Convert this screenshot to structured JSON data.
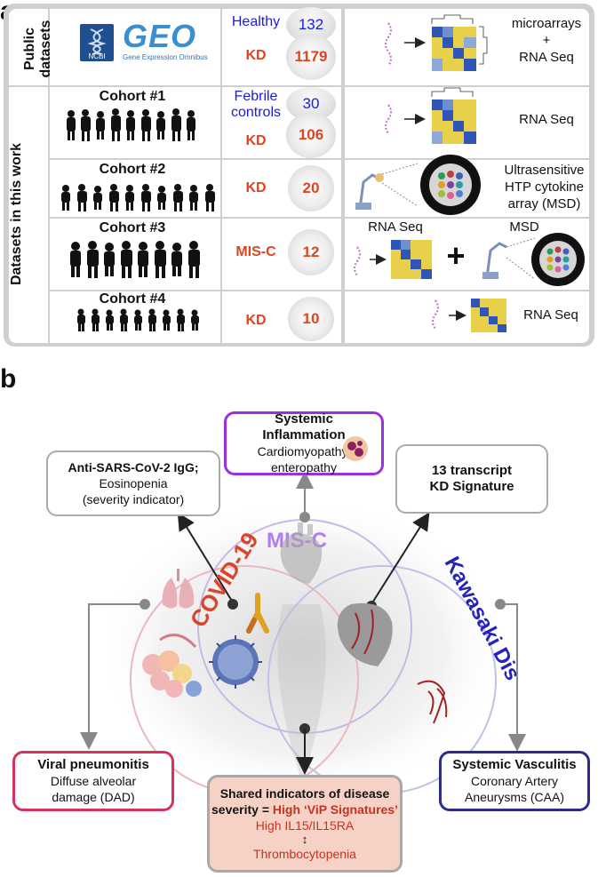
{
  "panel_a": {
    "letter": "a",
    "section_public": "Public datasets",
    "section_public_l1": "Public",
    "section_public_l2": "datasets",
    "section_work": "Datasets in this work",
    "logo_ncbi": "NCBI",
    "logo_geo": "GEO",
    "logo_geo_sub": "Gene Expression Omnibus",
    "rows": [
      {
        "cohort": "",
        "groups": [
          {
            "label": "Healthy",
            "count": "132"
          },
          {
            "label": "KD",
            "count": "1179"
          }
        ],
        "method": "microarrays + RNA Seq",
        "method_l1": "microarrays",
        "method_l2": "+",
        "method_l3": "RNA Seq"
      },
      {
        "cohort": "Cohort #1",
        "groups": [
          {
            "label": "Febrile controls",
            "label_l1": "Febrile",
            "label_l2": "controls",
            "count": "30"
          },
          {
            "label": "KD",
            "count": "106"
          }
        ],
        "method": "RNA Seq"
      },
      {
        "cohort": "Cohort #2",
        "groups": [
          {
            "label": "KD",
            "count": "20"
          }
        ],
        "method_l1": "Ultrasensitive",
        "method_l2": "HTP cytokine",
        "method_l3": "array (MSD)"
      },
      {
        "cohort": "Cohort #3",
        "groups": [
          {
            "label": "MIS-C",
            "count": "12"
          }
        ],
        "method_left": "RNA Seq",
        "method_plus": "+",
        "method_right": "MSD"
      },
      {
        "cohort": "Cohort #4",
        "groups": [
          {
            "label": "KD",
            "count": "10"
          }
        ],
        "method": "RNA Seq"
      }
    ]
  },
  "panel_b": {
    "letter": "b",
    "circle_labels": {
      "misc": "MIS-C",
      "covid": "COVID-19",
      "kawasaki": "Kawasaki Dis"
    },
    "box_inflammation": {
      "title": "Systemic Inflammation",
      "line1": "Cardiomyopathy,",
      "line2": "enteropathy",
      "title_l1": "Systemic",
      "title_l2": "Inflammation"
    },
    "box_igg": {
      "title": "Anti-SARS-CoV-2 IgG;",
      "line1": "Eosinopenia",
      "line2": "(severity indicator)"
    },
    "box_kd": {
      "line1": "13 transcript",
      "line2": "KD Signature"
    },
    "box_pneumonitis": {
      "title": "Viral pneumonitis",
      "line1": "Diffuse alveolar",
      "line2": "damage (DAD)"
    },
    "box_vasculitis": {
      "title": "Systemic Vasculitis",
      "line1": "Coronary Artery",
      "line2": "Aneurysms (CAA)"
    },
    "box_shared": {
      "title1": "Shared indicators of disease",
      "title2_pre": "severity = ",
      "title2_em": "High ‘ViP Signatures’",
      "line1": "High IL15/IL15RA",
      "line2": "Thrombocytopenia",
      "arrow": "↕"
    },
    "colors": {
      "misc": "#9b30e0",
      "covid": "#d9452b",
      "kawasaki": "#2323a8",
      "pneumonitis": "#d8315b",
      "vasculitis": "#2c2c8c",
      "shared_bg": "#f6d2c6",
      "red_text": "#c8321c"
    }
  }
}
